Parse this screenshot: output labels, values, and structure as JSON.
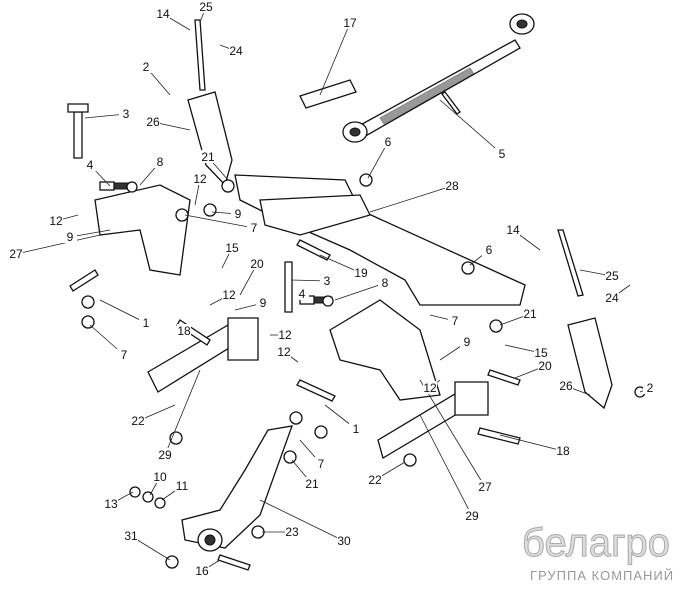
{
  "diagram": {
    "title": "Three-point hitch parts assembly",
    "watermark": {
      "brand": "белагро",
      "subtitle": "ГРУППА КОМПАНИЙ"
    },
    "callouts": [
      "14",
      "25",
      "24",
      "17",
      "2",
      "3",
      "26",
      "5",
      "8",
      "4",
      "21",
      "6",
      "12",
      "28",
      "9",
      "12",
      "9",
      "7",
      "27",
      "15",
      "14",
      "6",
      "20",
      "19",
      "3",
      "25",
      "4",
      "8",
      "24",
      "12",
      "9",
      "18",
      "1",
      "21",
      "7",
      "9",
      "12",
      "12",
      "15",
      "7",
      "20",
      "26",
      "2",
      "12",
      "22",
      "1",
      "29",
      "18",
      "7",
      "22",
      "21",
      "27",
      "10",
      "11",
      "13",
      "29",
      "23",
      "30",
      "31",
      "16"
    ]
  }
}
